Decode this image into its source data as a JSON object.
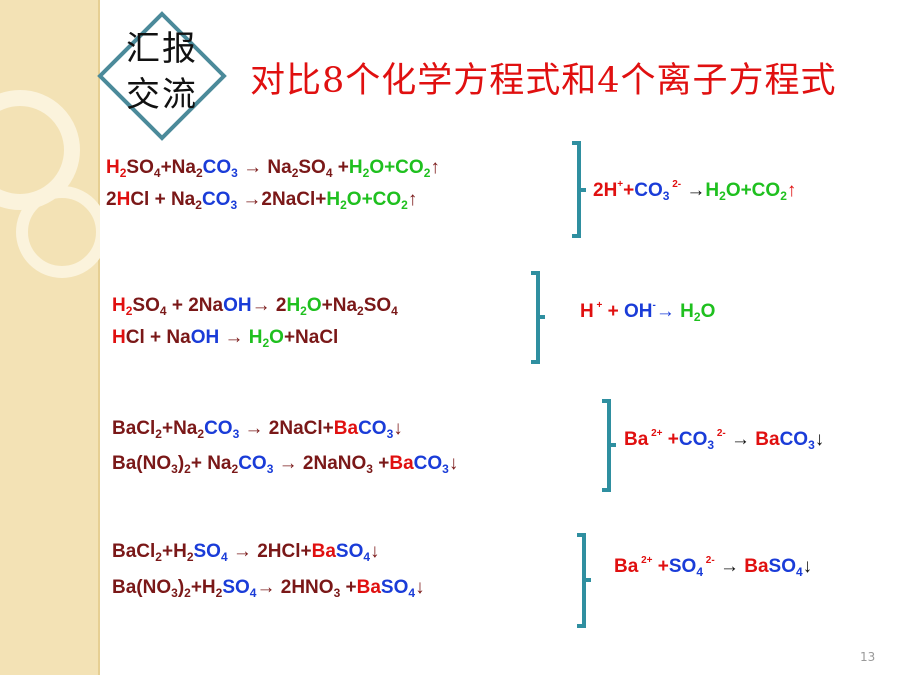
{
  "badge": {
    "line1": "汇报",
    "line2": "交流"
  },
  "title": "对比8个化学方程式和4个离子方程式",
  "groups": [
    {
      "equations": [
        [
          {
            "t": "H",
            "c": "r"
          },
          {
            "t": "2",
            "c": "r",
            "s": "sub"
          },
          {
            "t": "SO"
          },
          {
            "t": "4",
            "s": "sub"
          },
          {
            "t": "+Na"
          },
          {
            "t": "2",
            "s": "sub"
          },
          {
            "t": "CO",
            "c": "b"
          },
          {
            "t": "3",
            "c": "b",
            "s": "sub"
          },
          {
            "t": " → Na"
          },
          {
            "t": "2",
            "s": "sub"
          },
          {
            "t": "SO"
          },
          {
            "t": "4",
            "s": "sub"
          },
          {
            "t": " +"
          },
          {
            "t": "H",
            "c": "g"
          },
          {
            "t": "2",
            "c": "g",
            "s": "sub"
          },
          {
            "t": "O+CO",
            "c": "g"
          },
          {
            "t": "2",
            "c": "g",
            "s": "sub"
          },
          {
            "t": "↑"
          }
        ],
        [
          {
            "t": "2"
          },
          {
            "t": "H",
            "c": "r"
          },
          {
            "t": "Cl +  Na"
          },
          {
            "t": "2",
            "s": "sub"
          },
          {
            "t": "CO",
            "c": "b"
          },
          {
            "t": "3",
            "c": "b",
            "s": "sub"
          },
          {
            "t": " →2NaCl+"
          },
          {
            "t": "H",
            "c": "g"
          },
          {
            "t": "2",
            "c": "g",
            "s": "sub"
          },
          {
            "t": "O+CO",
            "c": "g"
          },
          {
            "t": "2",
            "c": "g",
            "s": "sub"
          },
          {
            "t": "↑"
          }
        ]
      ],
      "ionic": [
        {
          "t": "2H"
        },
        {
          "t": "+",
          "s": "sup"
        },
        {
          "t": "+"
        },
        {
          "t": "CO",
          "c": "b"
        },
        {
          "t": "3",
          "c": "b",
          "s": "sub"
        },
        {
          "t": " 2-",
          "s": "sup"
        },
        {
          "t": " →",
          "c": "k"
        },
        {
          "t": "H",
          "c": "g"
        },
        {
          "t": "2",
          "c": "g",
          "s": "sub"
        },
        {
          "t": "O+CO",
          "c": "g"
        },
        {
          "t": "2",
          "c": "g",
          "s": "sub"
        },
        {
          "t": "↑"
        }
      ]
    },
    {
      "equations": [
        [
          {
            "t": "H",
            "c": "r"
          },
          {
            "t": "2",
            "c": "r",
            "s": "sub"
          },
          {
            "t": "SO"
          },
          {
            "t": "4",
            "s": "sub"
          },
          {
            "t": " + 2Na"
          },
          {
            "t": "OH",
            "c": "b"
          },
          {
            "t": "→ 2"
          },
          {
            "t": "H",
            "c": "g"
          },
          {
            "t": "2",
            "c": "g",
            "s": "sub"
          },
          {
            "t": "O",
            "c": "g"
          },
          {
            "t": "+Na"
          },
          {
            "t": "2",
            "s": "sub"
          },
          {
            "t": "SO"
          },
          {
            "t": "4",
            "s": "sub"
          }
        ],
        [
          {
            "t": "H",
            "c": "r"
          },
          {
            "t": "Cl  +  Na"
          },
          {
            "t": "OH",
            "c": "b"
          },
          {
            "t": " → "
          },
          {
            "t": "H",
            "c": "g"
          },
          {
            "t": "2",
            "c": "g",
            "s": "sub"
          },
          {
            "t": "O",
            "c": "g"
          },
          {
            "t": "+NaCl"
          }
        ]
      ],
      "ionic": [
        {
          "t": "H"
        },
        {
          "t": " +",
          "s": "sup"
        },
        {
          "t": " + "
        },
        {
          "t": "OH",
          "c": "b"
        },
        {
          "t": "-",
          "c": "b",
          "s": "sup"
        },
        {
          "t": "→ ",
          "c": "b"
        },
        {
          "t": "H",
          "c": "g"
        },
        {
          "t": "2",
          "c": "g",
          "s": "sub"
        },
        {
          "t": "O",
          "c": "g"
        }
      ]
    },
    {
      "equations": [
        [
          {
            "t": "BaCl"
          },
          {
            "t": "2",
            "s": "sub"
          },
          {
            "t": "+Na"
          },
          {
            "t": "2",
            "s": "sub"
          },
          {
            "t": "CO",
            "c": "b"
          },
          {
            "t": "3",
            "c": "b",
            "s": "sub"
          },
          {
            "t": " → 2NaCl+"
          },
          {
            "t": "Ba",
            "c": "r"
          },
          {
            "t": "CO",
            "c": "b"
          },
          {
            "t": "3",
            "c": "b",
            "s": "sub"
          },
          {
            "t": "↓"
          }
        ],
        [
          {
            "t": "Ba"
          },
          {
            "t": "(NO"
          },
          {
            "t": "3",
            "s": "sub"
          },
          {
            "t": ")"
          },
          {
            "t": "2",
            "s": "sub"
          },
          {
            "t": "+ Na"
          },
          {
            "t": "2",
            "s": "sub"
          },
          {
            "t": "CO",
            "c": "b"
          },
          {
            "t": "3",
            "c": "b",
            "s": "sub"
          },
          {
            "t": " → 2NaNO"
          },
          {
            "t": "3",
            "s": "sub"
          },
          {
            "t": " +"
          },
          {
            "t": "Ba",
            "c": "r"
          },
          {
            "t": "CO",
            "c": "b"
          },
          {
            "t": "3",
            "c": "b",
            "s": "sub"
          },
          {
            "t": "↓"
          }
        ]
      ],
      "ionic": [
        {
          "t": "Ba"
        },
        {
          "t": " 2+",
          "s": "sup"
        },
        {
          "t": " +"
        },
        {
          "t": "CO",
          "c": "b"
        },
        {
          "t": "3",
          "c": "b",
          "s": "sub"
        },
        {
          "t": " 2-",
          "s": "sup"
        },
        {
          "t": " → ",
          "c": "k"
        },
        {
          "t": "Ba"
        },
        {
          "t": "CO",
          "c": "b"
        },
        {
          "t": "3",
          "c": "b",
          "s": "sub"
        },
        {
          "t": "↓",
          "c": "k"
        }
      ]
    },
    {
      "equations": [
        [
          {
            "t": "BaCl"
          },
          {
            "t": "2",
            "s": "sub"
          },
          {
            "t": "+H"
          },
          {
            "t": "2",
            "s": "sub"
          },
          {
            "t": "SO",
            "c": "b"
          },
          {
            "t": "4",
            "c": "b",
            "s": "sub"
          },
          {
            "t": " → 2HCl+"
          },
          {
            "t": "Ba",
            "c": "r"
          },
          {
            "t": "SO",
            "c": "b"
          },
          {
            "t": "4",
            "c": "b",
            "s": "sub"
          },
          {
            "t": "↓"
          }
        ],
        [
          {
            "t": "Ba"
          },
          {
            "t": "(NO"
          },
          {
            "t": "3",
            "s": "sub"
          },
          {
            "t": ")"
          },
          {
            "t": "2",
            "s": "sub"
          },
          {
            "t": "+H"
          },
          {
            "t": "2",
            "s": "sub"
          },
          {
            "t": "SO",
            "c": "b"
          },
          {
            "t": "4",
            "c": "b",
            "s": "sub"
          },
          {
            "t": "→ 2HNO"
          },
          {
            "t": "3",
            "s": "sub"
          },
          {
            "t": " +"
          },
          {
            "t": "Ba",
            "c": "r"
          },
          {
            "t": "SO",
            "c": "b"
          },
          {
            "t": "4",
            "c": "b",
            "s": "sub"
          },
          {
            "t": "↓"
          }
        ]
      ],
      "ionic": [
        {
          "t": "Ba"
        },
        {
          "t": " 2+",
          "s": "sup"
        },
        {
          "t": " +"
        },
        {
          "t": "SO",
          "c": "b"
        },
        {
          "t": "4",
          "c": "b",
          "s": "sub"
        },
        {
          "t": " 2-",
          "s": "sup"
        },
        {
          "t": " → ",
          "c": "k"
        },
        {
          "t": "Ba"
        },
        {
          "t": "SO",
          "c": "b"
        },
        {
          "t": "4",
          "c": "b",
          "s": "sub"
        },
        {
          "t": "↓",
          "c": "k"
        }
      ]
    }
  ],
  "page_number": "13",
  "colors": {
    "title": "#e01010",
    "base": "#7a1818",
    "hydrogen_barium": "#e01010",
    "ion": "#1a3cd8",
    "product": "#1fc01f",
    "brace": "#2f8fa0"
  }
}
